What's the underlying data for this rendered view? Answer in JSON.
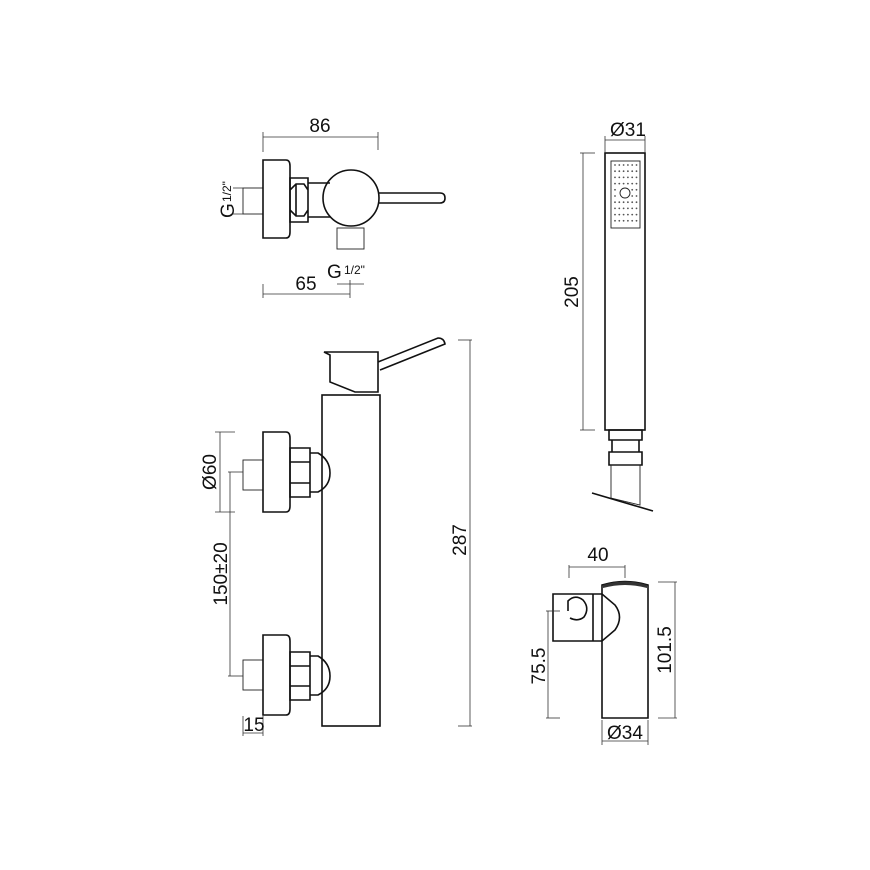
{
  "top_view": {
    "width_dim": "86",
    "outlet_dim": "65",
    "inlet_thread": "G",
    "inlet_fraction": "1/2\"",
    "outlet_thread": "G",
    "outlet_fraction": "1/2\""
  },
  "front_view": {
    "plate_dim": "Ø60",
    "centres_dim": "150±20",
    "height_dim": "287",
    "thread_dim": "15"
  },
  "hand_shower": {
    "diameter_dim": "Ø31",
    "length_dim": "205"
  },
  "holder": {
    "projection_dim": "40",
    "hook_height_dim": "75.5",
    "height_dim": "101.5",
    "diameter_dim": "Ø34"
  }
}
